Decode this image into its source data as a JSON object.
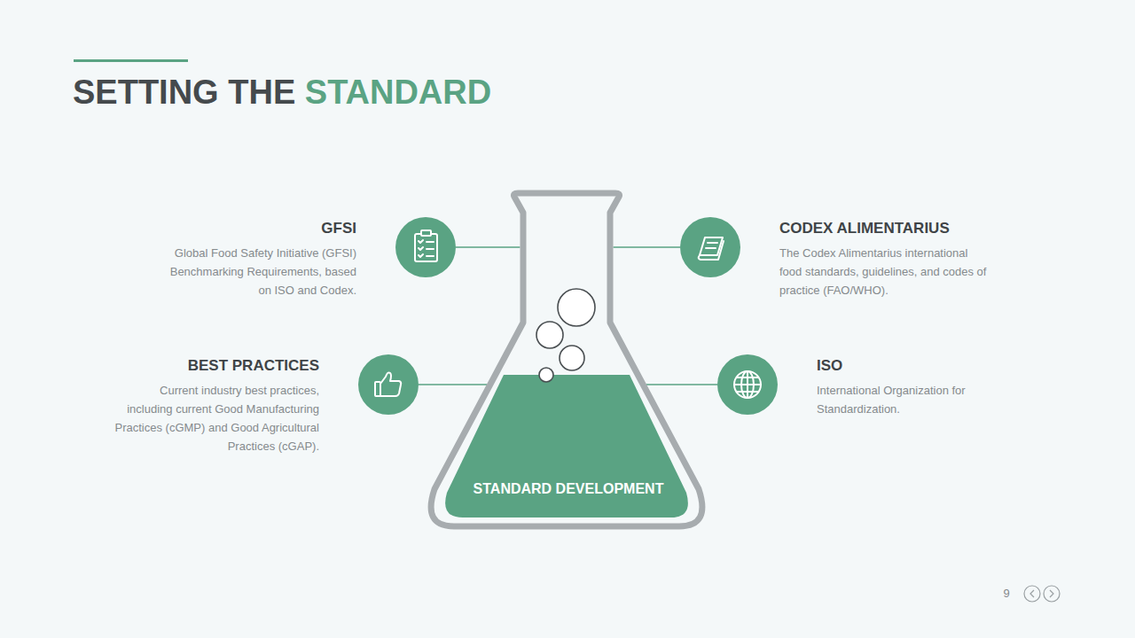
{
  "diagram": {
    "title": "SETTING THE STANDARD",
    "nodes": [
      {
        "text": [
          "GFSI",
          "Global Food Safety Initiative (GFSI) Benchmarking Requirements, based on ISO and Codex."
        ]
      },
      {
        "text": [
          "CODEX ALIMENTARIUS",
          "The Codex Alimentarius international food standards, guidelines, and codes of practice (FAO/WHO)."
        ]
      },
      {
        "text": [
          "BEST PRACTICES",
          "Current industry best practices, including current Good Manufacturing Practices (cGMP) and Good Agricultural Practices (cGAP)."
        ]
      },
      {
        "text": [
          "ISO",
          "International Organization for Standardization."
        ]
      },
      {
        "text": [
          "STANDARD DEVELOPMENT"
        ]
      }
    ],
    "edges": [
      {
        "from": 0,
        "to": 4,
        "arrow": "none"
      },
      {
        "from": 1,
        "to": 4,
        "arrow": "none"
      },
      {
        "from": 2,
        "to": 4,
        "arrow": "none"
      },
      {
        "from": 3,
        "to": 4,
        "arrow": "none"
      }
    ],
    "labels": [
      "9"
    ]
  }
}
